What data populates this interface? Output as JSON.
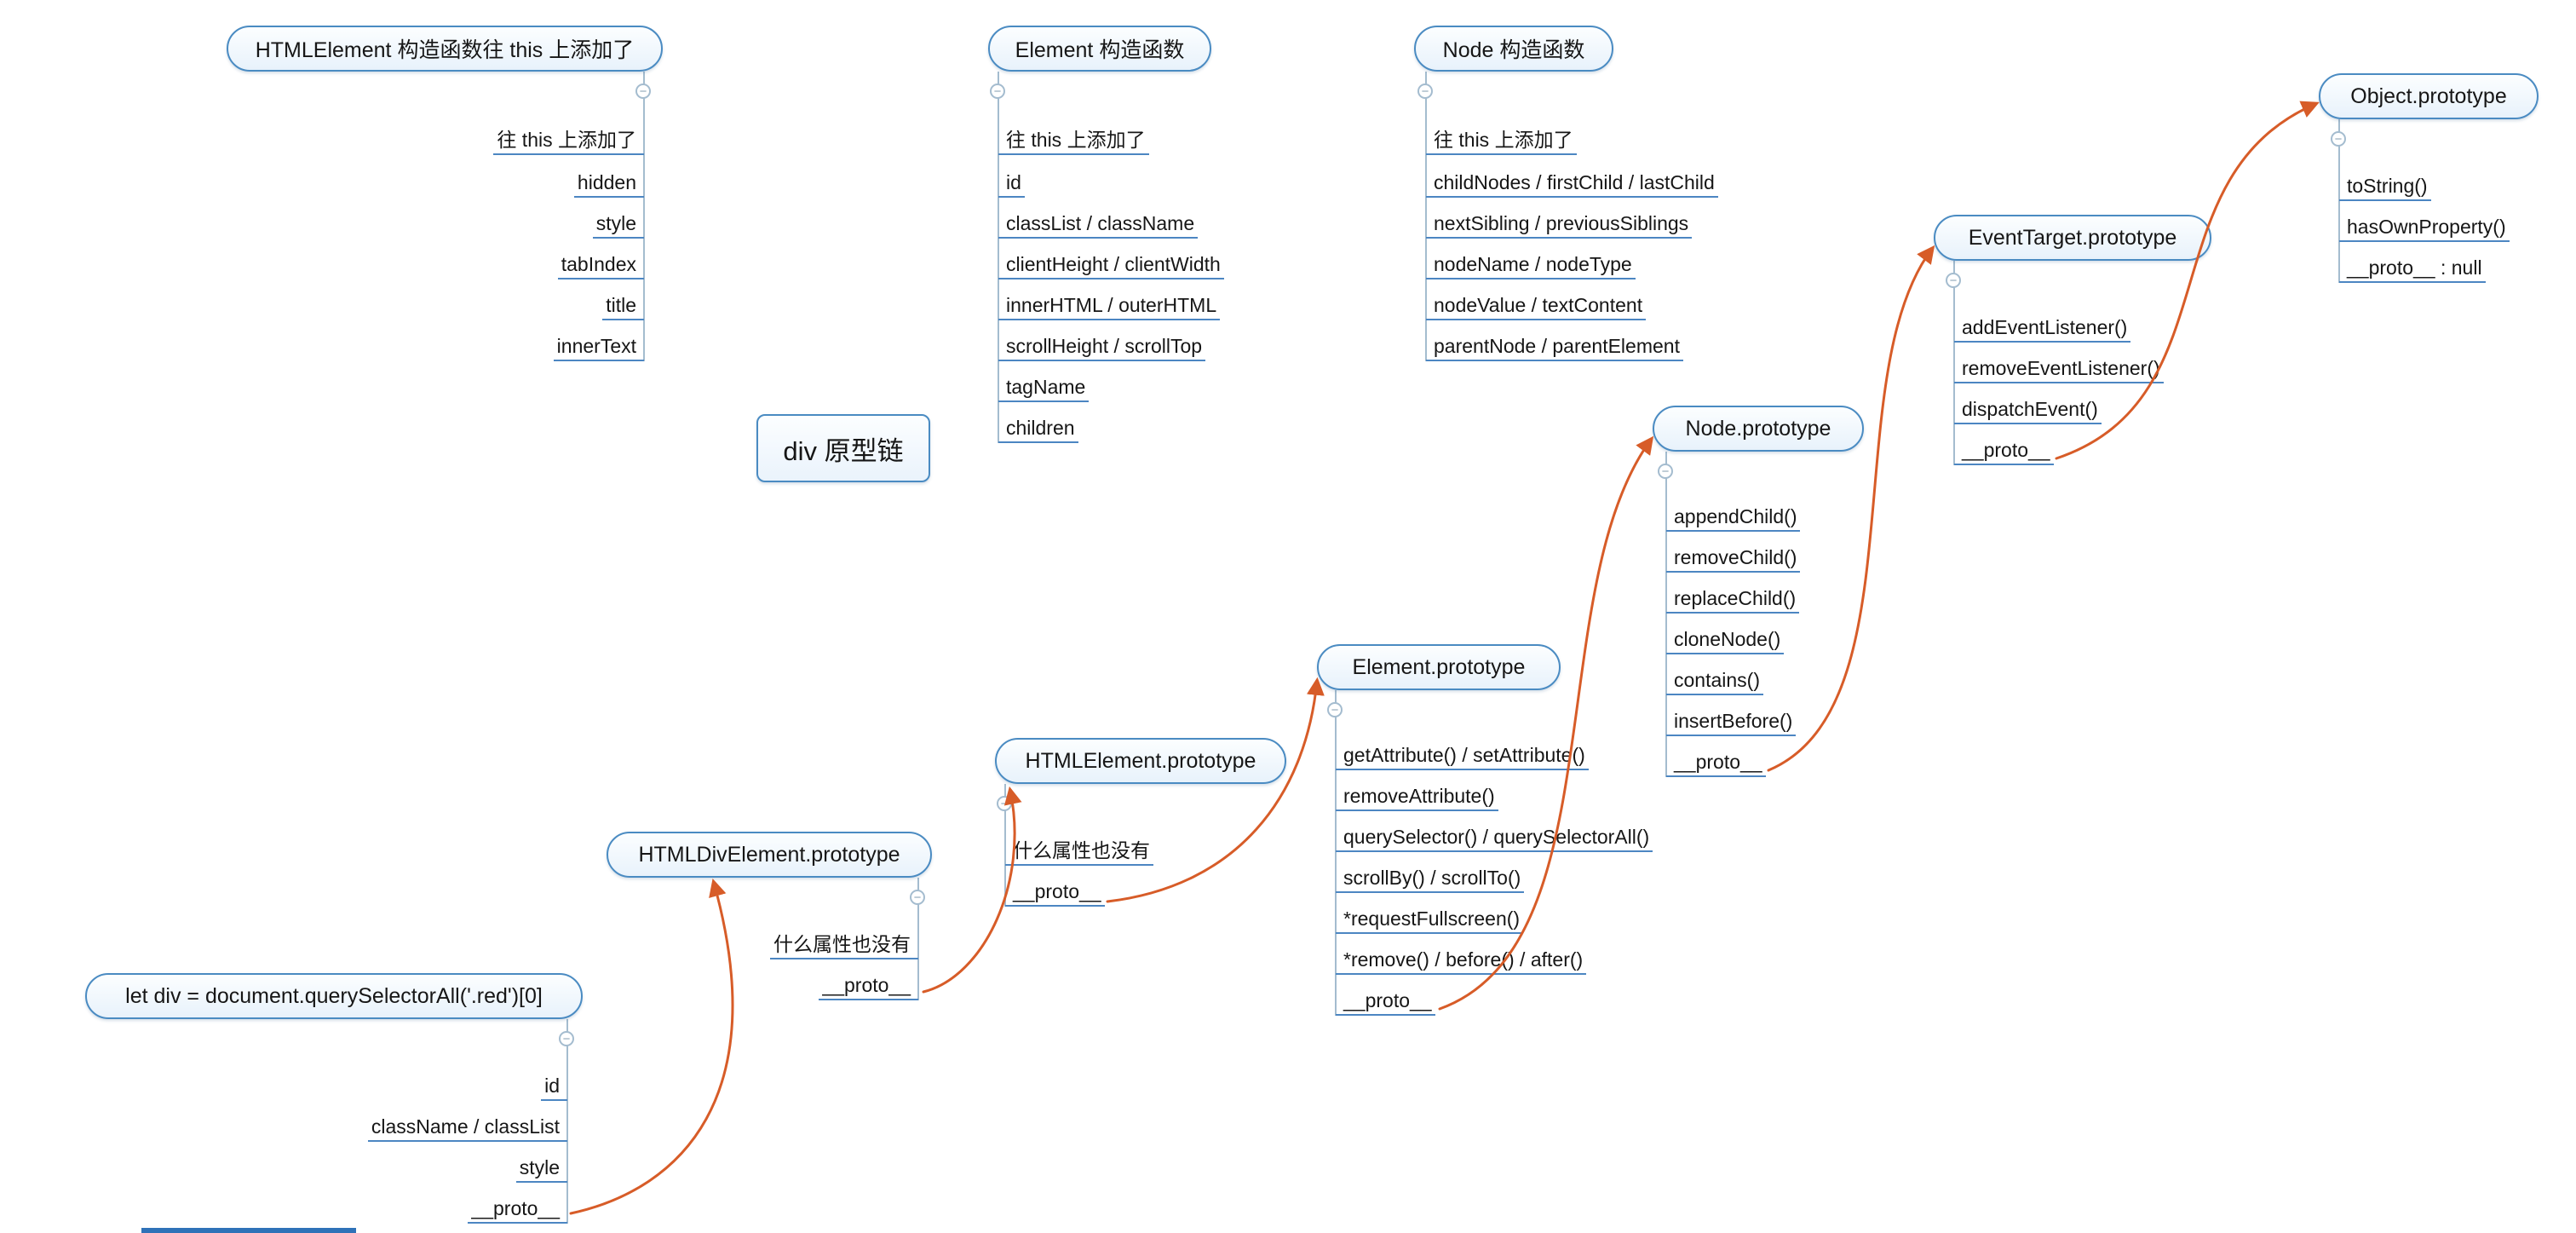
{
  "center_topic": {
    "label": "div 原型链"
  },
  "ui": {
    "collapse_glyph": "−"
  },
  "trees": [
    {
      "key": "htmlelement-constructor",
      "title": "HTMLElement 构造函数往 this 上添加了",
      "children": [
        "往 this 上添加了",
        "hidden",
        "style",
        "tabIndex",
        "title",
        "innerText"
      ]
    },
    {
      "key": "element-constructor",
      "title": "Element 构造函数",
      "children": [
        "往 this 上添加了",
        "id",
        "classList / className",
        "clientHeight / clientWidth",
        "innerHTML / outerHTML",
        "scrollHeight / scrollTop",
        "tagName",
        "children"
      ]
    },
    {
      "key": "node-constructor",
      "title": "Node 构造函数",
      "children": [
        "往 this 上添加了",
        "childNodes / firstChild / lastChild",
        "nextSibling / previousSiblings",
        "nodeName / nodeType",
        "nodeValue / textContent",
        "parentNode / parentElement"
      ]
    },
    {
      "key": "object-prototype",
      "title": "Object.prototype",
      "children": [
        "toString()",
        "hasOwnProperty()",
        "__proto__ : null"
      ]
    },
    {
      "key": "eventtarget-prototype",
      "title": "EventTarget.prototype",
      "children": [
        "addEventListener()",
        "removeEventListener()",
        "dispatchEvent()",
        "__proto__"
      ]
    },
    {
      "key": "node-prototype",
      "title": "Node.prototype",
      "children": [
        "appendChild()",
        "removeChild()",
        "replaceChild()",
        "cloneNode()",
        "contains()",
        "insertBefore()",
        "__proto__"
      ]
    },
    {
      "key": "element-prototype",
      "title": "Element.prototype",
      "children": [
        "getAttribute() / setAttribute()",
        "removeAttribute()",
        "querySelector() / querySelectorAll()",
        "scrollBy() / scrollTo()",
        "*requestFullscreen()",
        "*remove() / before() / after()",
        "__proto__"
      ]
    },
    {
      "key": "htmlelement-prototype",
      "title": "HTMLElement.prototype",
      "children": [
        "什么属性也没有",
        "__proto__"
      ]
    },
    {
      "key": "htmldivelement-prototype",
      "title": "HTMLDivElement.prototype",
      "children": [
        "什么属性也没有",
        "__proto__"
      ]
    },
    {
      "key": "div-variable",
      "title": "let div = document.querySelectorAll('.red')[0]",
      "children": [
        "id",
        "className / classList",
        "style",
        "__proto__"
      ]
    }
  ],
  "edges": [
    {
      "from": "let div.__proto__",
      "to": "HTMLDivElement.prototype"
    },
    {
      "from": "HTMLDivElement.prototype.__proto__",
      "to": "HTMLElement.prototype"
    },
    {
      "from": "HTMLElement.prototype.__proto__",
      "to": "Element.prototype"
    },
    {
      "from": "Element.prototype.__proto__",
      "to": "Node.prototype"
    },
    {
      "from": "Node.prototype.__proto__",
      "to": "EventTarget.prototype"
    },
    {
      "from": "EventTarget.prototype.__proto__",
      "to": "Object.prototype"
    }
  ],
  "colors": {
    "topic_border": "#4a8bc2",
    "topic_fill": "#e8f2fb",
    "underline": "#4c86c2",
    "branch_line": "#a4bccf",
    "relationship_arrow": "#d75c28",
    "text": "#161616",
    "bottom_bar": "#2f72b8"
  }
}
